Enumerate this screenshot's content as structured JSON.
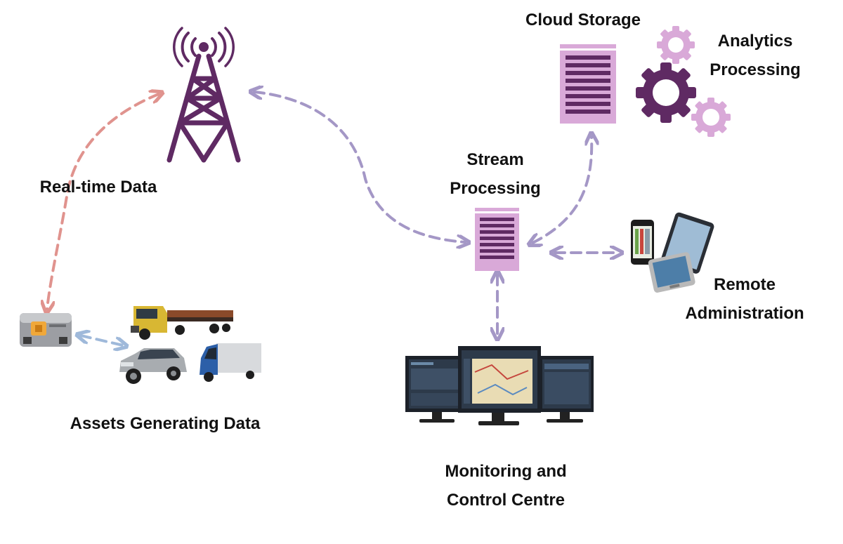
{
  "labels": {
    "cloud_storage": "Cloud Storage",
    "analytics_processing": [
      "Analytics",
      "Processing"
    ],
    "real_time_data": "Real-time Data",
    "stream_processing": [
      "Stream",
      "Processing"
    ],
    "remote_administration": [
      "Remote",
      "Administration"
    ],
    "assets_generating_data": "Assets Generating Data",
    "monitoring_control": [
      "Monitoring and",
      "Control Centre"
    ]
  },
  "colors": {
    "primary_purple": "#5f2a63",
    "light_purple": "#d9a9d8",
    "arrow_purple": "#a497c6",
    "arrow_red": "#e0938e",
    "arrow_blue": "#9fb9da"
  },
  "icons": {
    "tower": "radio-tower-icon",
    "cloud_server": "server-rack-icon",
    "stream_server": "server-rack-icon",
    "gears": "gears-icon",
    "sensor": "sensor-module-icon",
    "vehicles": [
      "flatbed-truck-icon",
      "suv-car-icon",
      "delivery-van-icon"
    ],
    "monitors": "monitor-array-icon",
    "devices": "mobile-devices-icon"
  }
}
